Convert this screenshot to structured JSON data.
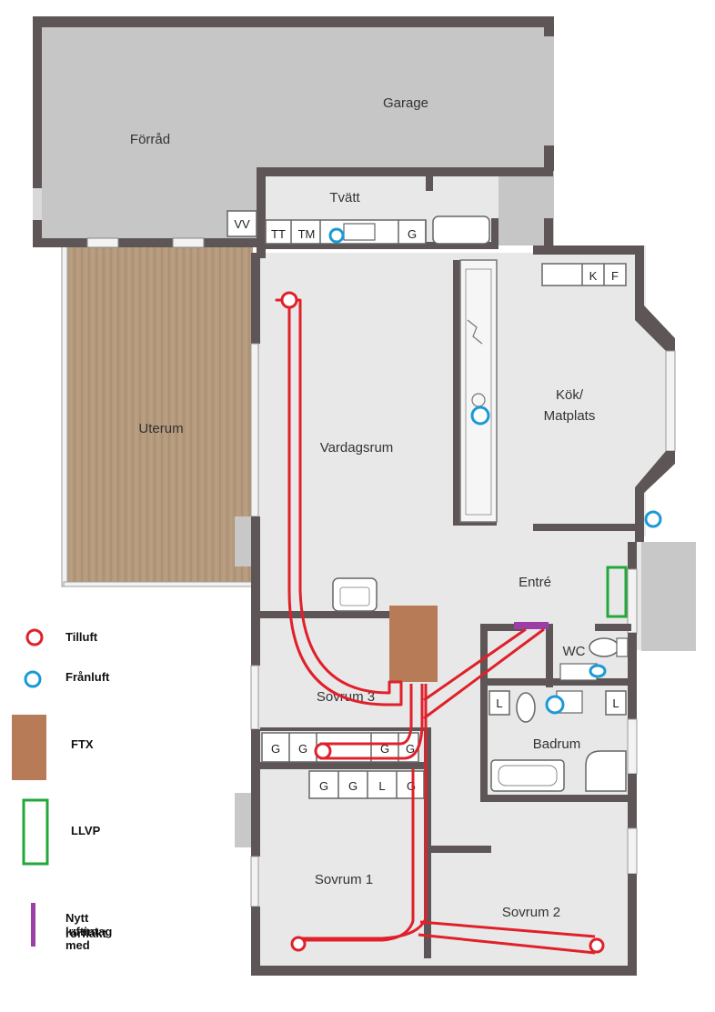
{
  "rooms": {
    "forrad": "Förråd",
    "garage": "Garage",
    "tvatt": "Tvätt",
    "uterum": "Uterum",
    "vardagsrum": "Vardagsrum",
    "kok_line1": "Kök/",
    "kok_line2": "Matplats",
    "entre": "Entré",
    "wc": "WC",
    "sovrum3": "Sovrum 3",
    "badrum": "Badrum",
    "sovrum1": "Sovrum 1",
    "sovrum2": "Sovrum 2"
  },
  "fixtures": {
    "vv": "VV",
    "tt": "TT",
    "tm": "TM",
    "g": "G",
    "k": "K",
    "f": "F",
    "l": "L"
  },
  "legend": {
    "tilluft": "Tilluft",
    "franluft": "Frånluft",
    "ftx": "FTX",
    "llvp": "LLVP",
    "intake_line1": "Nytt luftintag med",
    "intake_line2": "rörfläkt"
  },
  "colors": {
    "supply": "#e0202a",
    "exhaust": "#1a9ad6",
    "ftx": "#b87b57",
    "llvp": "#22a83a",
    "intake": "#9b3fa6",
    "wall": "#5e5656",
    "floor": "#e7e7e7",
    "garage": "#c4c4c4",
    "deck": "#b09478"
  }
}
